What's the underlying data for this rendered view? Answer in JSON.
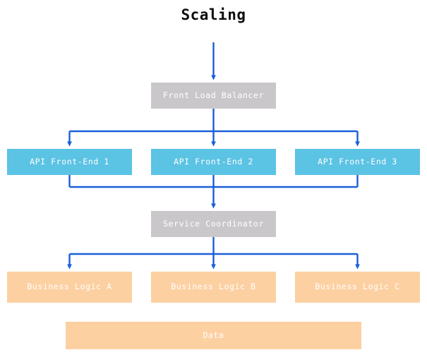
{
  "diagram": {
    "title": "Scaling",
    "title_color": "#0d0d0d",
    "background_color": "#ffffff",
    "connector_color": "#1a5fd8",
    "palette": {
      "gray": "#cac7cb",
      "cyan": "#5bc3e4",
      "orange": "#fdd0a2",
      "node_text": "#ffffff"
    },
    "nodes": [
      {
        "id": "front-load-balancer",
        "label": "Front Load Balancer",
        "tier": "balancer",
        "color": "#cac7cb"
      },
      {
        "id": "api-front-end-1",
        "label": "API Front-End 1",
        "tier": "api",
        "color": "#5bc3e4"
      },
      {
        "id": "api-front-end-2",
        "label": "API Front-End 2",
        "tier": "api",
        "color": "#5bc3e4"
      },
      {
        "id": "api-front-end-3",
        "label": "API Front-End 3",
        "tier": "api",
        "color": "#5bc3e4"
      },
      {
        "id": "service-coordinator",
        "label": "Service Coordinator",
        "tier": "coordinator",
        "color": "#cac7cb"
      },
      {
        "id": "business-logic-a",
        "label": "Business Logic A",
        "tier": "logic",
        "color": "#fdd0a2"
      },
      {
        "id": "business-logic-b",
        "label": "Business Logic B",
        "tier": "logic",
        "color": "#fdd0a2"
      },
      {
        "id": "business-logic-c",
        "label": "Business Logic C",
        "tier": "logic",
        "color": "#fdd0a2"
      },
      {
        "id": "data",
        "label": "Data",
        "tier": "storage",
        "color": "#fdd0a2"
      }
    ],
    "edges": [
      {
        "from": "external-ingress",
        "to": "front-load-balancer",
        "arrow": true
      },
      {
        "from": "front-load-balancer",
        "to": "api-front-end-1",
        "arrow": true
      },
      {
        "from": "front-load-balancer",
        "to": "api-front-end-2",
        "arrow": true
      },
      {
        "from": "front-load-balancer",
        "to": "api-front-end-3",
        "arrow": true
      },
      {
        "from": "api-front-end-1",
        "to": "service-coordinator",
        "arrow": true
      },
      {
        "from": "api-front-end-2",
        "to": "service-coordinator",
        "arrow": true
      },
      {
        "from": "api-front-end-3",
        "to": "service-coordinator",
        "arrow": true
      },
      {
        "from": "service-coordinator",
        "to": "business-logic-a",
        "arrow": true
      },
      {
        "from": "service-coordinator",
        "to": "business-logic-b",
        "arrow": true
      },
      {
        "from": "service-coordinator",
        "to": "business-logic-c",
        "arrow": true
      }
    ]
  }
}
